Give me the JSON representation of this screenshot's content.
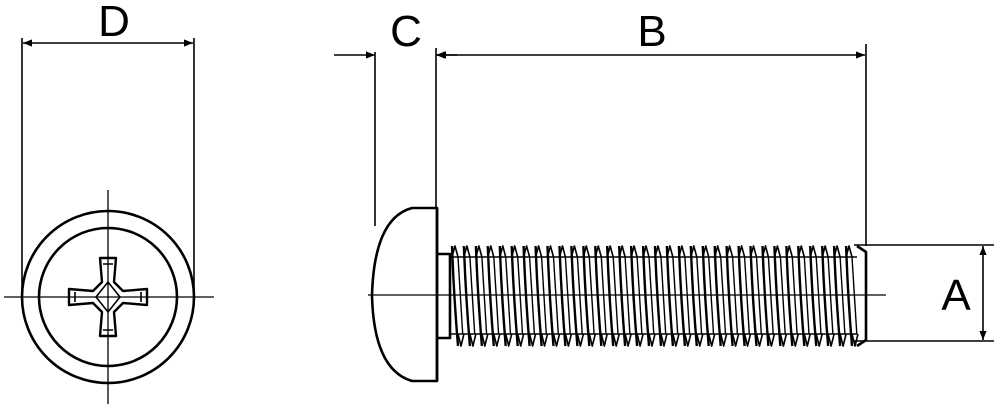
{
  "drawing": {
    "title": "",
    "labels": {
      "a": "A",
      "b": "B",
      "c": "C",
      "d": "D"
    },
    "colors": {
      "line": "#000000",
      "background": "#ffffff"
    },
    "thread_turns": 34
  }
}
